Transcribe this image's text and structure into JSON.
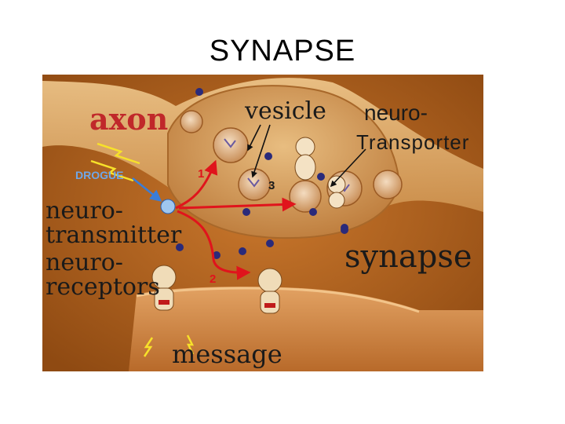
{
  "slide": {
    "title": "SYNAPSE"
  },
  "diagram": {
    "labels": {
      "axon": "axon",
      "vesicle": "vesicle",
      "neuro_transporter_line1": "neuro-",
      "neuro_transporter_line2": "Transporter",
      "drogue": "DROGUE",
      "neurotransmitter_line1": "neuro-",
      "neurotransmitter_line2": "transmitter",
      "neuroreceptors_line1": "neuro-",
      "neuroreceptors_line2": "receptors",
      "synapse": "synapse",
      "message": "message",
      "step_1": "1",
      "step_2": "2",
      "step_3": "3"
    },
    "colors": {
      "background": "#b8651f",
      "axon_text": "#c0282a",
      "arrow": "#e0141c",
      "drogue_arrow": "#3a7dd8",
      "cell_body": "#dcae72",
      "label_dark": "#1a1a1a"
    }
  }
}
